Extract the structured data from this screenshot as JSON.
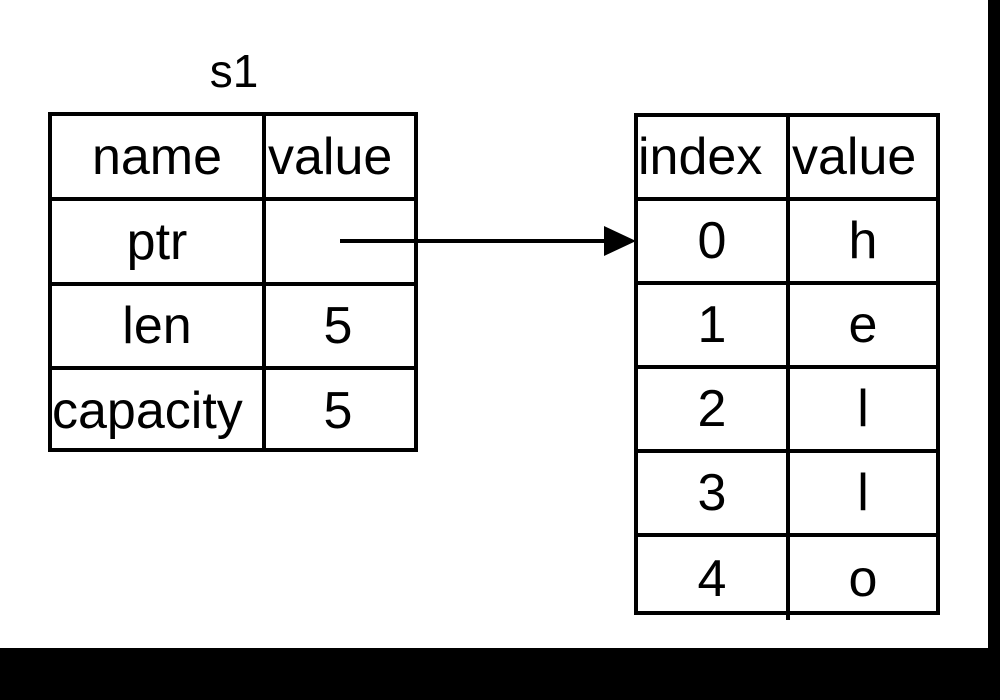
{
  "diagram": {
    "title": "s1",
    "background_color": "#ffffff",
    "ink_color": "#000000",
    "bar_color": "#000000"
  },
  "struct_table": {
    "label": "s1",
    "headers": [
      "name",
      "value"
    ],
    "rows": [
      {
        "name": "ptr",
        "value": ""
      },
      {
        "name": "len",
        "value": "5"
      },
      {
        "name": "capacity",
        "value": "5"
      }
    ]
  },
  "buffer_table": {
    "headers": [
      "index",
      "value"
    ],
    "rows": [
      {
        "index": "0",
        "value": "h"
      },
      {
        "index": "1",
        "value": "e"
      },
      {
        "index": "2",
        "value": "l"
      },
      {
        "index": "3",
        "value": "l"
      },
      {
        "index": "4",
        "value": "o"
      }
    ]
  },
  "pointer": {
    "from": "ptr",
    "to": "index 0",
    "style": "solid-line-filled-arrowhead"
  }
}
